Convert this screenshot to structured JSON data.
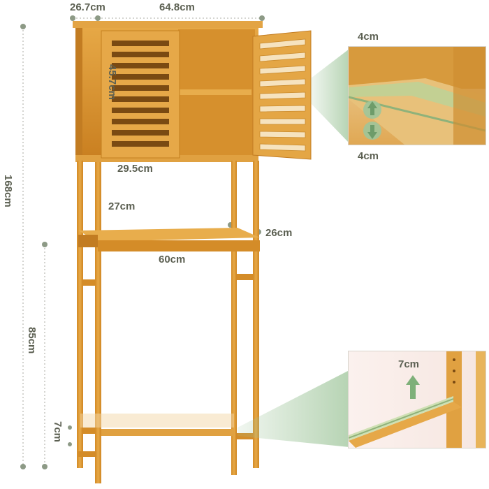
{
  "dimensions": {
    "depth": "26.7cm",
    "width": "64.8cm",
    "door_height": "45.7cm",
    "cabinet_depth": "29.5cm",
    "gap_height": "27cm",
    "shelf_depth": "26cm",
    "shelf_width": "60cm",
    "total_height": "168cm",
    "clearance_height": "85cm",
    "bar_height": "7cm"
  },
  "insets": {
    "shelf_edge_top": "4cm",
    "shelf_edge_bottom": "4cm",
    "bar_lift": "7cm"
  },
  "colors": {
    "wood": "#d9952f",
    "wood_light": "#e8ad4c",
    "wood_dark": "#b8741f",
    "accent_green": "#7fa87e",
    "text": "#5c6052"
  }
}
